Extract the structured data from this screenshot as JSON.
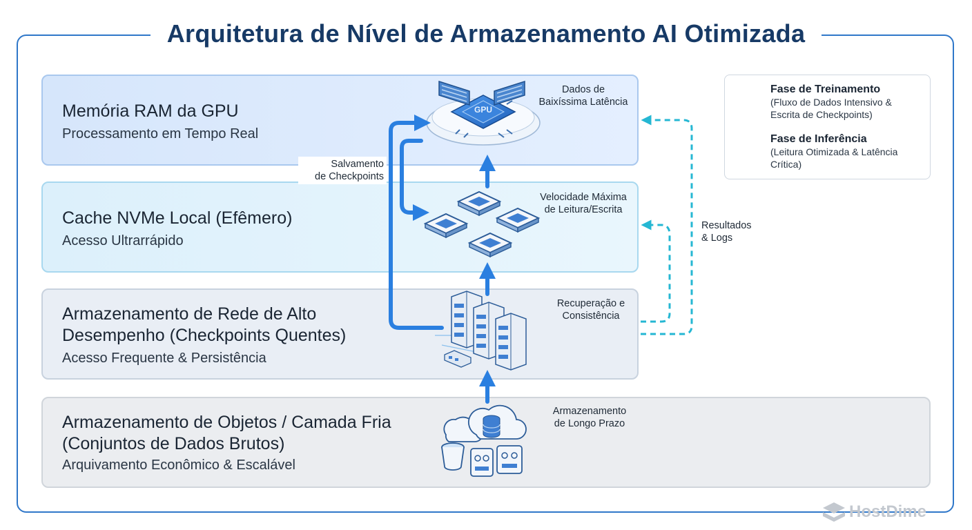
{
  "title": "Arquitetura de Nível de Armazenamento AI Otimizada",
  "tiers": [
    {
      "title": "Memória RAM da GPU",
      "subtitle": "Processamento em Tempo Real"
    },
    {
      "title": "Cache NVMe Local (Efêmero)",
      "subtitle": "Acesso Ultrarrápido"
    },
    {
      "title_line1": "Armazenamento de Rede de Alto",
      "title_line2": "Desempenho (Checkpoints Quentes)",
      "subtitle": "Acesso Frequente & Persistência"
    },
    {
      "title_line1": "Armazenamento de Objetos / Camada Fria",
      "title_line2": "(Conjuntos de Dados Brutos)",
      "subtitle": "Arquivamento Econômico & Escalável"
    }
  ],
  "notes": {
    "gpu_line1": "Dados de",
    "gpu_line2": "Baixíssima Latência",
    "checkpoint_line1": "Salvamento",
    "checkpoint_line2": "de Checkpoints",
    "nvme_line1": "Velocidade Máxima",
    "nvme_line2": "de Leitura/Escrita",
    "results_line1": "Resultados",
    "results_line2": "& Logs",
    "recovery_line1": "Recuperação e",
    "recovery_line2": "Consistência",
    "longterm_line1": "Armazenamento",
    "longterm_line2": "de Longo Prazo"
  },
  "gpu_chip_label": "GPU",
  "legend": {
    "training_title": "Fase de Treinamento",
    "training_desc1": "(Fluxo de Dados Intensivo &",
    "training_desc2": "Escrita de Checkpoints)",
    "inference_title": "Fase de Inferência",
    "inference_desc1": "(Leitura Otimizada & Latência",
    "inference_desc2": "Crítica)"
  },
  "brand": "HostDime",
  "colors": {
    "training_arrow": "#2a7fe0",
    "inference_arrow": "#25b7d3",
    "frame": "#2f77c9",
    "title": "#173a66"
  },
  "icons": [
    "gpu-chip-icon",
    "ram-module-icon",
    "nvme-drive-icon",
    "server-rack-icon",
    "cloud-storage-icon",
    "bucket-icon",
    "tape-icon",
    "hostdime-logo-icon"
  ]
}
